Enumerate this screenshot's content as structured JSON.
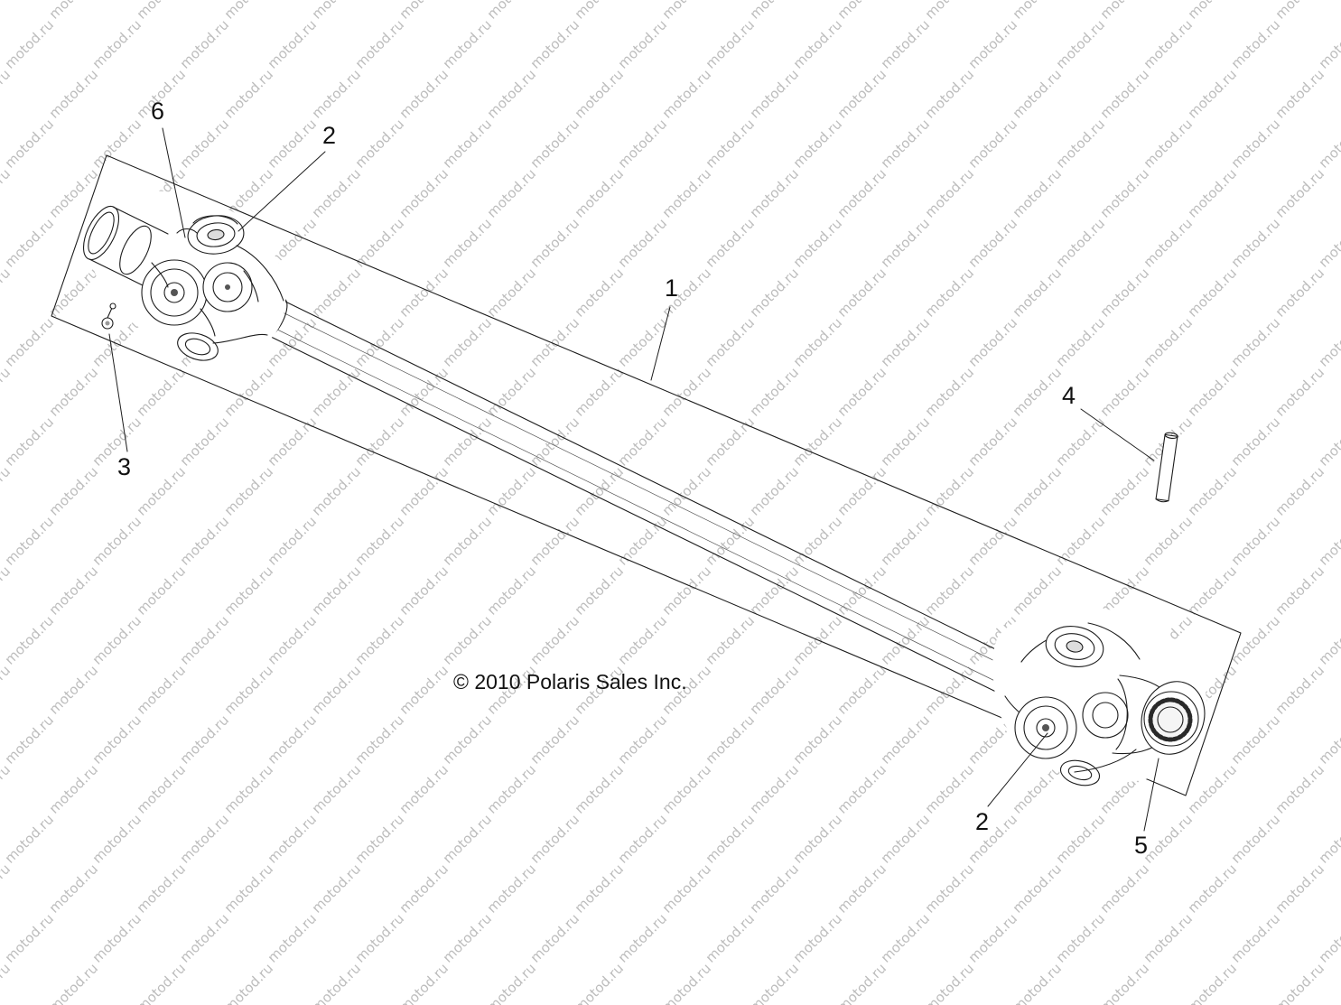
{
  "page": {
    "background_color": "#ffffff",
    "line_color": "#1c1c1c"
  },
  "watermark": {
    "text": "motod.ru",
    "color": "#bdbdbd"
  },
  "copyright": {
    "text": "© 2010 Polaris Sales Inc."
  },
  "callouts": [
    {
      "label": "6"
    },
    {
      "label": "2"
    },
    {
      "label": "1"
    },
    {
      "label": "3"
    },
    {
      "label": "4"
    },
    {
      "label": "2"
    },
    {
      "label": "5"
    }
  ]
}
